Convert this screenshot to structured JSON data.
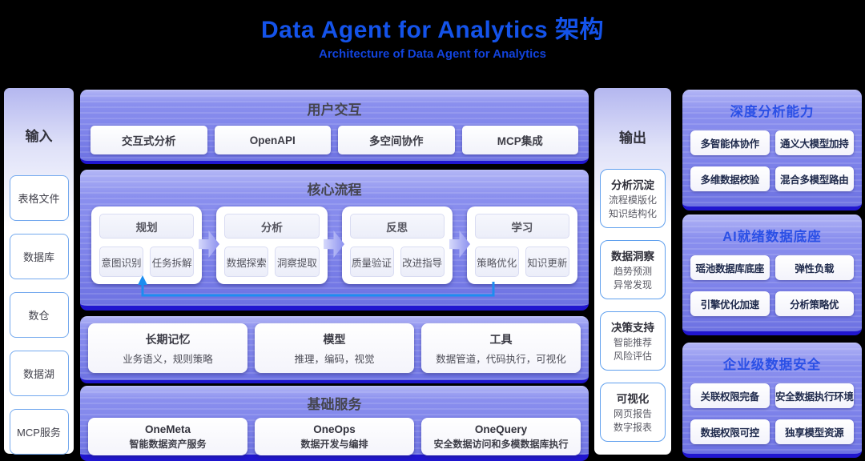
{
  "header": {
    "title": "Data Agent for Analytics 架构",
    "subtitle": "Architecture of Data Agent for Analytics"
  },
  "input_panel": {
    "title": "输入",
    "items": [
      "表格文件",
      "数据库",
      "数仓",
      "数据湖",
      "MCP服务"
    ]
  },
  "user_interaction": {
    "title": "用户交互",
    "items": [
      "交互式分析",
      "OpenAPI",
      "多空间协作",
      "MCP集成"
    ]
  },
  "core_process": {
    "title": "核心流程",
    "stages": [
      {
        "name": "规划",
        "subs": [
          "意图识别",
          "任务拆解"
        ]
      },
      {
        "name": "分析",
        "subs": [
          "数据探索",
          "洞察提取"
        ]
      },
      {
        "name": "反思",
        "subs": [
          "质量验证",
          "改进指导"
        ]
      },
      {
        "name": "学习",
        "subs": [
          "策略优化",
          "知识更新"
        ]
      }
    ]
  },
  "resources": {
    "cards": [
      {
        "title": "长期记忆",
        "subtitle": "业务语义，规则策略"
      },
      {
        "title": "模型",
        "subtitle": "推理，编码，视觉"
      },
      {
        "title": "工具",
        "subtitle": "数据管道，代码执行，可视化"
      }
    ]
  },
  "base_services": {
    "title": "基础服务",
    "cards": [
      {
        "title": "OneMeta",
        "subtitle": "智能数据资产服务"
      },
      {
        "title": "OneOps",
        "subtitle": "数据开发与编排"
      },
      {
        "title": "OneQuery",
        "subtitle": "安全数据访问和多模数据库执行"
      }
    ]
  },
  "output_panel": {
    "title": "输出",
    "items": [
      {
        "title": "分析沉淀",
        "lines": [
          "流程模版化",
          "知识结构化"
        ]
      },
      {
        "title": "数据洞察",
        "lines": [
          "趋势预测",
          "异常发现"
        ]
      },
      {
        "title": "决策支持",
        "lines": [
          "智能推荐",
          "风险评估"
        ]
      },
      {
        "title": "可视化",
        "lines": [
          "网页报告",
          "数字报表"
        ]
      }
    ]
  },
  "capability_panels": [
    {
      "title": "深度分析能力",
      "items": [
        "多智能体协作",
        "通义大模型加持",
        "多维数据校验",
        "混合多模型路由"
      ]
    },
    {
      "title": "AI就绪数据底座",
      "items": [
        "瑶池数据库底座",
        "弹性负载",
        "引擎优化加速",
        "分析策略优"
      ]
    },
    {
      "title": "企业级数据安全",
      "items": [
        "关联权限完备",
        "安全数据执行环境",
        "数据权限可控",
        "独享模型资源"
      ]
    }
  ],
  "colors": {
    "background": "#000000",
    "title_blue": "#1453ea",
    "panel_purple": "#7e83ea",
    "panel_light_top": "#b4b7f0",
    "navy_edge": "#2016cf",
    "feedback_arrow": "#1d8df0",
    "capability_title_blue": "#2b50e6",
    "light_box_border": "#74a9ee"
  }
}
